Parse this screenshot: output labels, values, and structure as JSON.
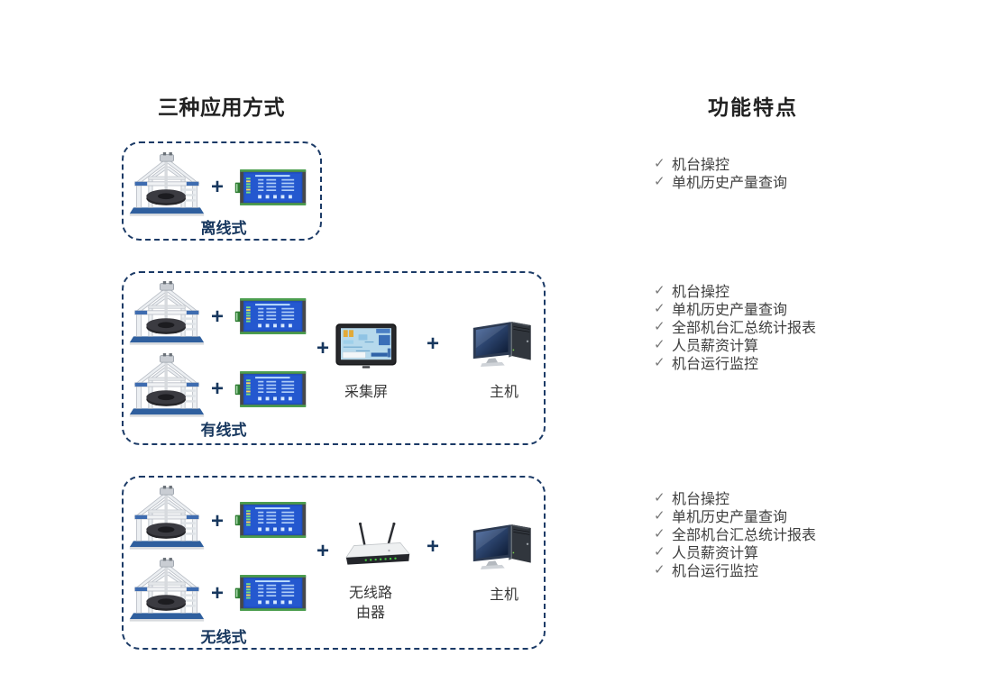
{
  "titles": {
    "left": "三种应用方式",
    "right": "功能特点"
  },
  "symbols": {
    "plus": "+",
    "check": "✓"
  },
  "colors": {
    "box_border_navy": "#1b3a66",
    "plus_navy": "#17375e",
    "mode_label_navy": "#17375e",
    "title_text": "#212121",
    "feature_text": "#3f3f3f",
    "check_gray": "#7a7a7a",
    "panel_screen_blue": "#2458cf",
    "machine_base_blue": "#2f5f9e"
  },
  "icons": {
    "machine": "braiding-machine-icon",
    "panel": "control-display-panel-icon",
    "hmi": "collection-screen-icon",
    "router": "wireless-router-icon",
    "pc": "host-computer-icon"
  },
  "modes": [
    {
      "label": "离线式",
      "features": [
        "机台操控",
        "单机历史产量查询"
      ]
    },
    {
      "label": "有线式",
      "device_label": "采集屏",
      "host_label": "主机",
      "features": [
        "机台操控",
        "单机历史产量查询",
        "全部机台汇总统计报表",
        "人员薪资计算",
        "机台运行监控"
      ]
    },
    {
      "label": "无线式",
      "device_label_lines": [
        "无线路",
        "由器"
      ],
      "host_label": "主机",
      "features": [
        "机台操控",
        "单机历史产量查询",
        "全部机台汇总统计报表",
        "人员薪资计算",
        "机台运行监控"
      ]
    }
  ]
}
